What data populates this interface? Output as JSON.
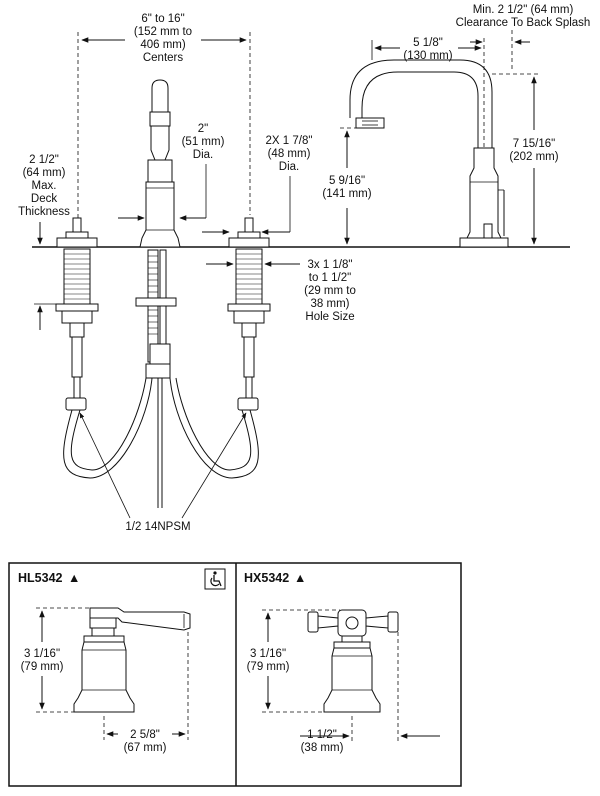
{
  "top": {
    "centers_lines": [
      "6\" to 16\"",
      "(152 mm to",
      "406 mm)",
      "Centers"
    ],
    "clearance_lines": [
      "Min. 2 1/2\" (64 mm)",
      "Clearance To Back Splash"
    ],
    "spout_reach_lines": [
      "5 1/8\"",
      "(130 mm)"
    ],
    "spout_dia_lines": [
      "2\"",
      "(51 mm)",
      "Dia."
    ],
    "handle_dia_lines": [
      "2X 1 7/8\"",
      "(48 mm)",
      "Dia."
    ],
    "deck_lines": [
      "2 1/2\"",
      "(64 mm)",
      "Max.",
      "Deck",
      "Thickness"
    ],
    "spout_height_lines": [
      "5 9/16\"",
      "(141 mm)"
    ],
    "overall_height_lines": [
      "7 15/16\"",
      "(202 mm)"
    ],
    "hole_size_lines": [
      "3x 1 1/8\"",
      "to 1 1/2\"",
      "(29 mm to",
      "38 mm)",
      "Hole Size"
    ],
    "npsm_label": "1/2 14NPSM"
  },
  "panels": {
    "left": {
      "model": "HL5342",
      "model_marker": "▲",
      "accessibility_icon": "wheelchair-accessible-icon",
      "height_lines": [
        "3 1/16\"",
        "(79 mm)"
      ],
      "base_lines": [
        "2 5/8\"",
        "(67 mm)"
      ]
    },
    "right": {
      "model": "HX5342",
      "model_marker": "▲",
      "height_lines": [
        "3 1/16\"",
        "(79 mm)"
      ],
      "base_lines": [
        "1 1/2\"",
        "(38 mm)"
      ]
    }
  }
}
